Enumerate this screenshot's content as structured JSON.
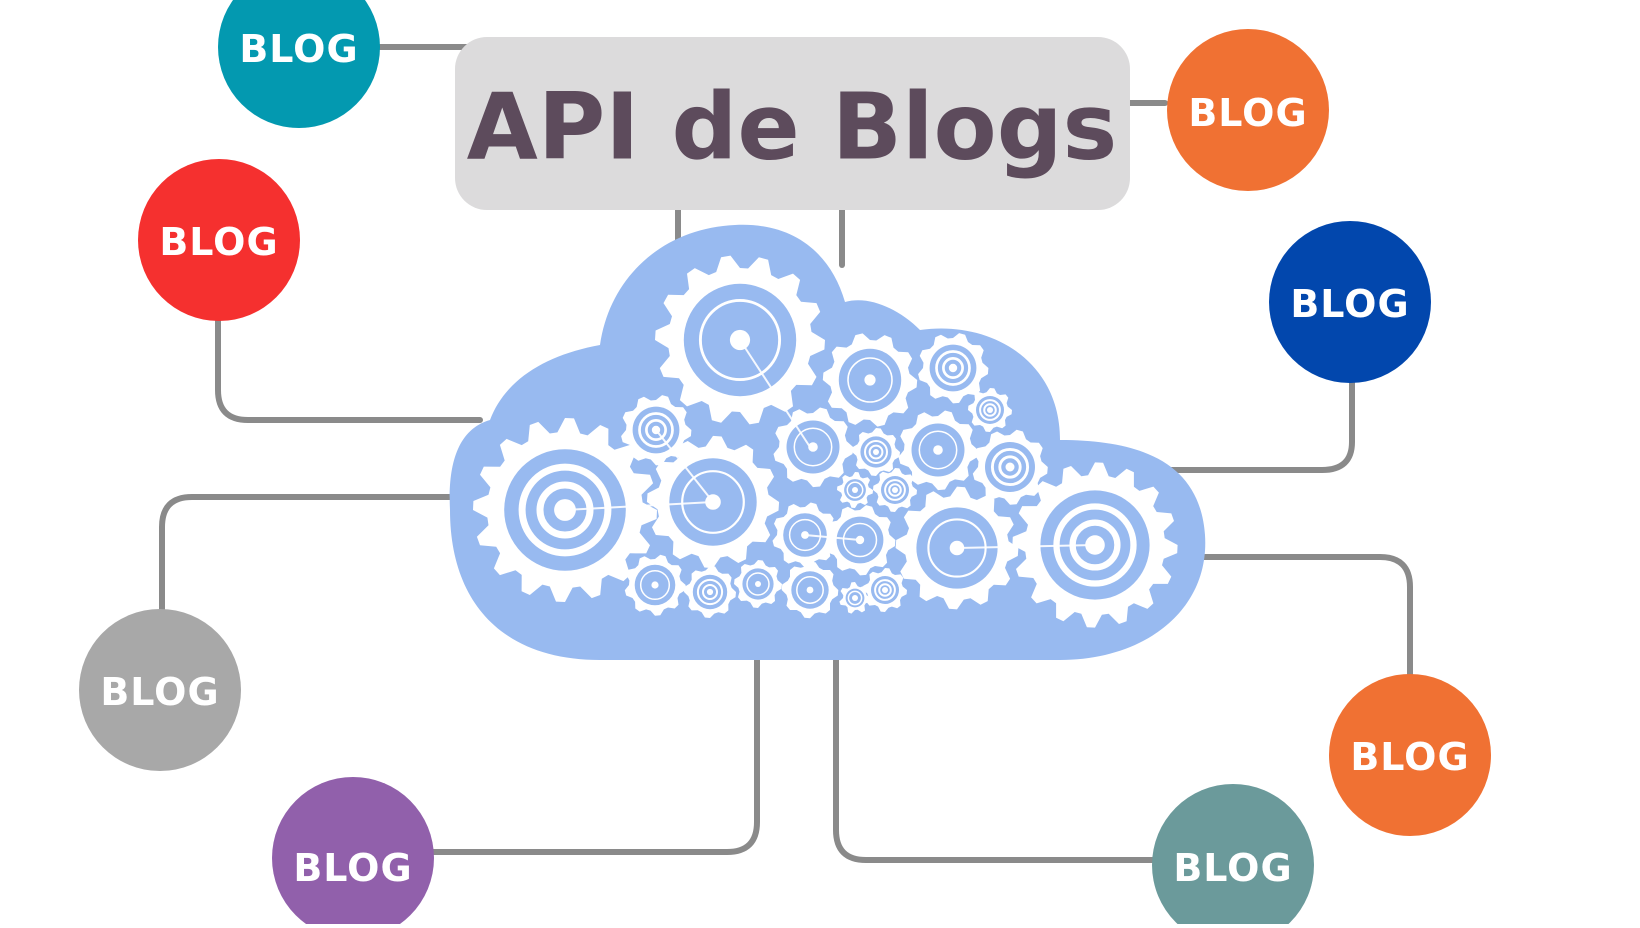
{
  "title": "API de Blogs",
  "colors": {
    "title_box": "#dcdbdc",
    "title_text": "#5d4b5c",
    "cloud": "#98baf0",
    "connector": "#8a8a8a"
  },
  "cloud": {
    "icon": "cloud-gears-icon"
  },
  "nodes": [
    {
      "label": "BLOG",
      "color": "#0399b0"
    },
    {
      "label": "BLOG",
      "color": "#f5302f"
    },
    {
      "label": "BLOG",
      "color": "#a8a8a8"
    },
    {
      "label": "BLOG",
      "color": "#9160ab"
    },
    {
      "label": "BLOG",
      "color": "#f07133"
    },
    {
      "label": "BLOG",
      "color": "#0247ad"
    },
    {
      "label": "BLOG",
      "color": "#f07133"
    },
    {
      "label": "BLOG",
      "color": "#6b9a9b"
    }
  ]
}
